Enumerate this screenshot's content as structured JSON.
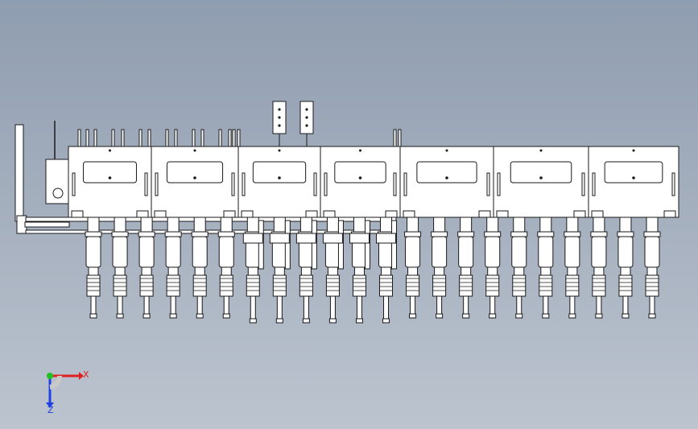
{
  "view": {
    "background_top": "#8f9db0",
    "background_bottom": "#bcc4cf",
    "line_color": "#1a1a1a",
    "part_fill": "#ffffff"
  },
  "model": {
    "module_count": 7,
    "tool_count": 22,
    "indicator_count": 2
  },
  "triad": {
    "x_label": "X",
    "z_label": "Z",
    "x_color": "#e02020",
    "y_color": "#20c020",
    "z_color": "#2040e0"
  }
}
